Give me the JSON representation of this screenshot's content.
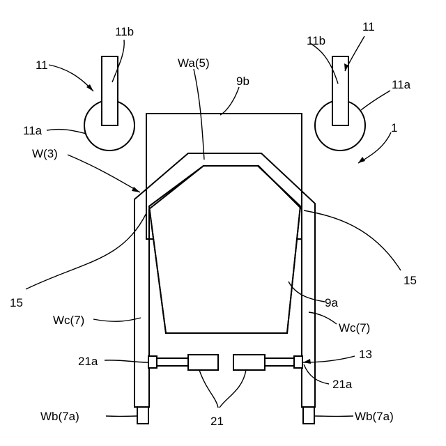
{
  "labels": {
    "assembly": "1",
    "roller_unit_left": "11",
    "roller_unit_right": "11",
    "roller_shaft_left": "11b",
    "roller_shaft_right": "11b",
    "roller_left": "11a",
    "roller_right": "11a",
    "workpiece": "W(3)",
    "top_portion": "Wa(5)",
    "die_upper": "9b",
    "die_lower": "9a",
    "bend_left": "15",
    "bend_right": "15",
    "leg_left": "Wc(7)",
    "leg_right": "Wc(7)",
    "clamp_left": "21a",
    "clamp_right": "21a",
    "holder": "13",
    "cylinders": "21",
    "leg_end_left": "Wb(7a)",
    "leg_end_right": "Wb(7a)"
  }
}
